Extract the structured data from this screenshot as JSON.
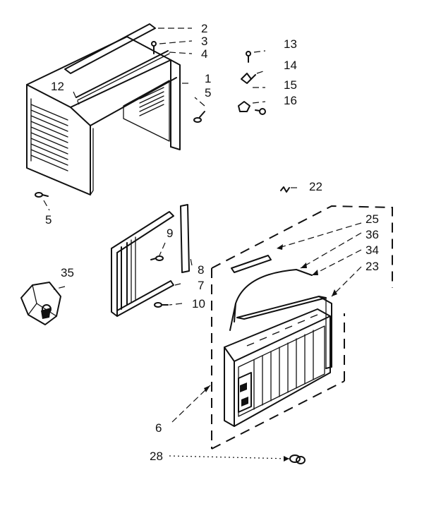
{
  "callouts": {
    "c1": "1",
    "c2": "2",
    "c3": "3",
    "c4": "4",
    "c5a": "5",
    "c5b": "5",
    "c6": "6",
    "c7": "7",
    "c8": "8",
    "c9": "9",
    "c10": "10",
    "c12": "12",
    "c13": "13",
    "c14": "14",
    "c15": "15",
    "c16": "16",
    "c22": "22",
    "c23": "23",
    "c25": "25",
    "c28": "28",
    "c34": "34",
    "c35": "35",
    "c36": "36"
  }
}
